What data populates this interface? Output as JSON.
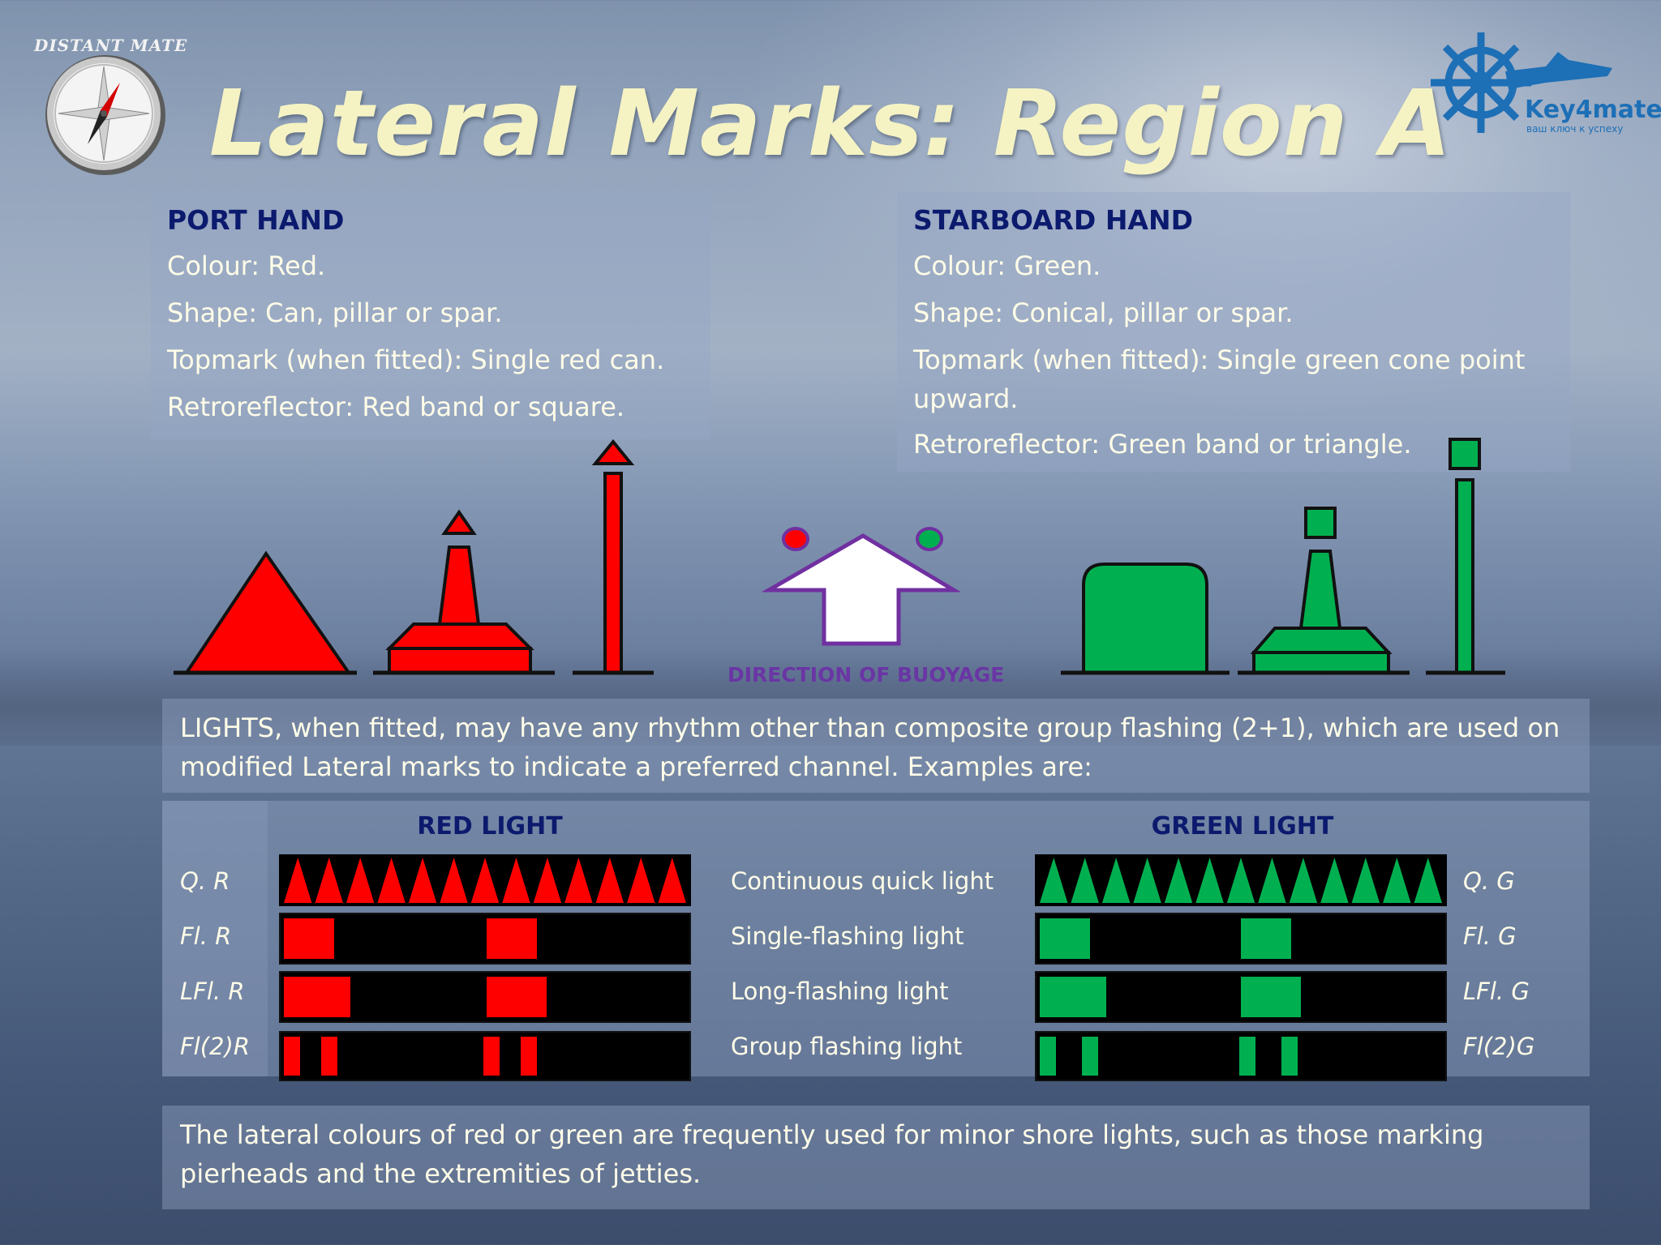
{
  "title": "Lateral Marks: Region A",
  "logos": {
    "left_text": "DISTANT MATE",
    "right_text": "Key4mate",
    "right_sub": "ваш ключ к успеху"
  },
  "port": {
    "heading": "PORT HAND",
    "lines": [
      "Colour: Red.",
      "Shape: Can, pillar or spar.",
      "Topmark (when fitted): Single red can.",
      "Retroreflector: Red band or square."
    ]
  },
  "starboard": {
    "heading": "STARBOARD HAND",
    "lines": [
      "Colour: Green.",
      "Shape: Conical, pillar or spar.",
      "Topmark (when fitted): Single green cone point upward.",
      "Retroreflector: Green band or triangle."
    ]
  },
  "direction_label": "DIRECTION OF BUOYAGE",
  "lights_text": "LIGHTS, when fitted, may have any rhythm other than composite group flashing (2+1), which are used on modified Lateral marks to indicate a preferred channel. Examples are:",
  "red_light_title": "RED LIGHT",
  "green_light_title": "GREEN LIGHT",
  "rows": [
    {
      "red_label": "Q. R",
      "desc": "Continuous quick light",
      "green_label": "Q. G"
    },
    {
      "red_label": "Fl. R",
      "desc": "Single-flashing light",
      "green_label": "Fl. G"
    },
    {
      "red_label": "LFl. R",
      "desc": "Long-flashing light",
      "green_label": "LFl. G"
    },
    {
      "red_label": "Fl(2)R",
      "desc": "Group flashing light",
      "green_label": "Fl(2)G"
    }
  ],
  "footer_text": "The lateral colours of red or green are frequently used for minor shore lights, such as those marking pierheads and the extremities of jetties.",
  "colors": {
    "red": "#ff0000",
    "green": "#00b050",
    "heading": "#0c1a6e",
    "text": "#fffde8",
    "title": "#f5f3c4",
    "arrow_outline": "#7030a0"
  }
}
